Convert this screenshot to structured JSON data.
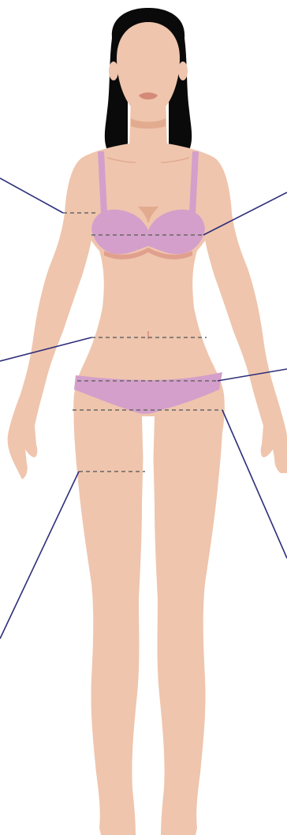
{
  "colors": {
    "background": "#ffffff",
    "skin": "#efc5ad",
    "skin_shadow": "#e2ab8f",
    "hair": "#0a0a0a",
    "lips": "#d58a78",
    "garment": "#d49fcb",
    "garment_shadow": "#c68aba",
    "garment_underline": "#e0a08d",
    "measure_dash": "#666666",
    "leader_line": "#2e2e7a"
  },
  "measurements": [
    {
      "id": "bust-under-arm",
      "side": "left"
    },
    {
      "id": "chest",
      "side": "right"
    },
    {
      "id": "waist",
      "side": "left"
    },
    {
      "id": "high-hip",
      "side": "right"
    },
    {
      "id": "hip",
      "side": "right"
    },
    {
      "id": "thigh",
      "side": "left"
    }
  ]
}
